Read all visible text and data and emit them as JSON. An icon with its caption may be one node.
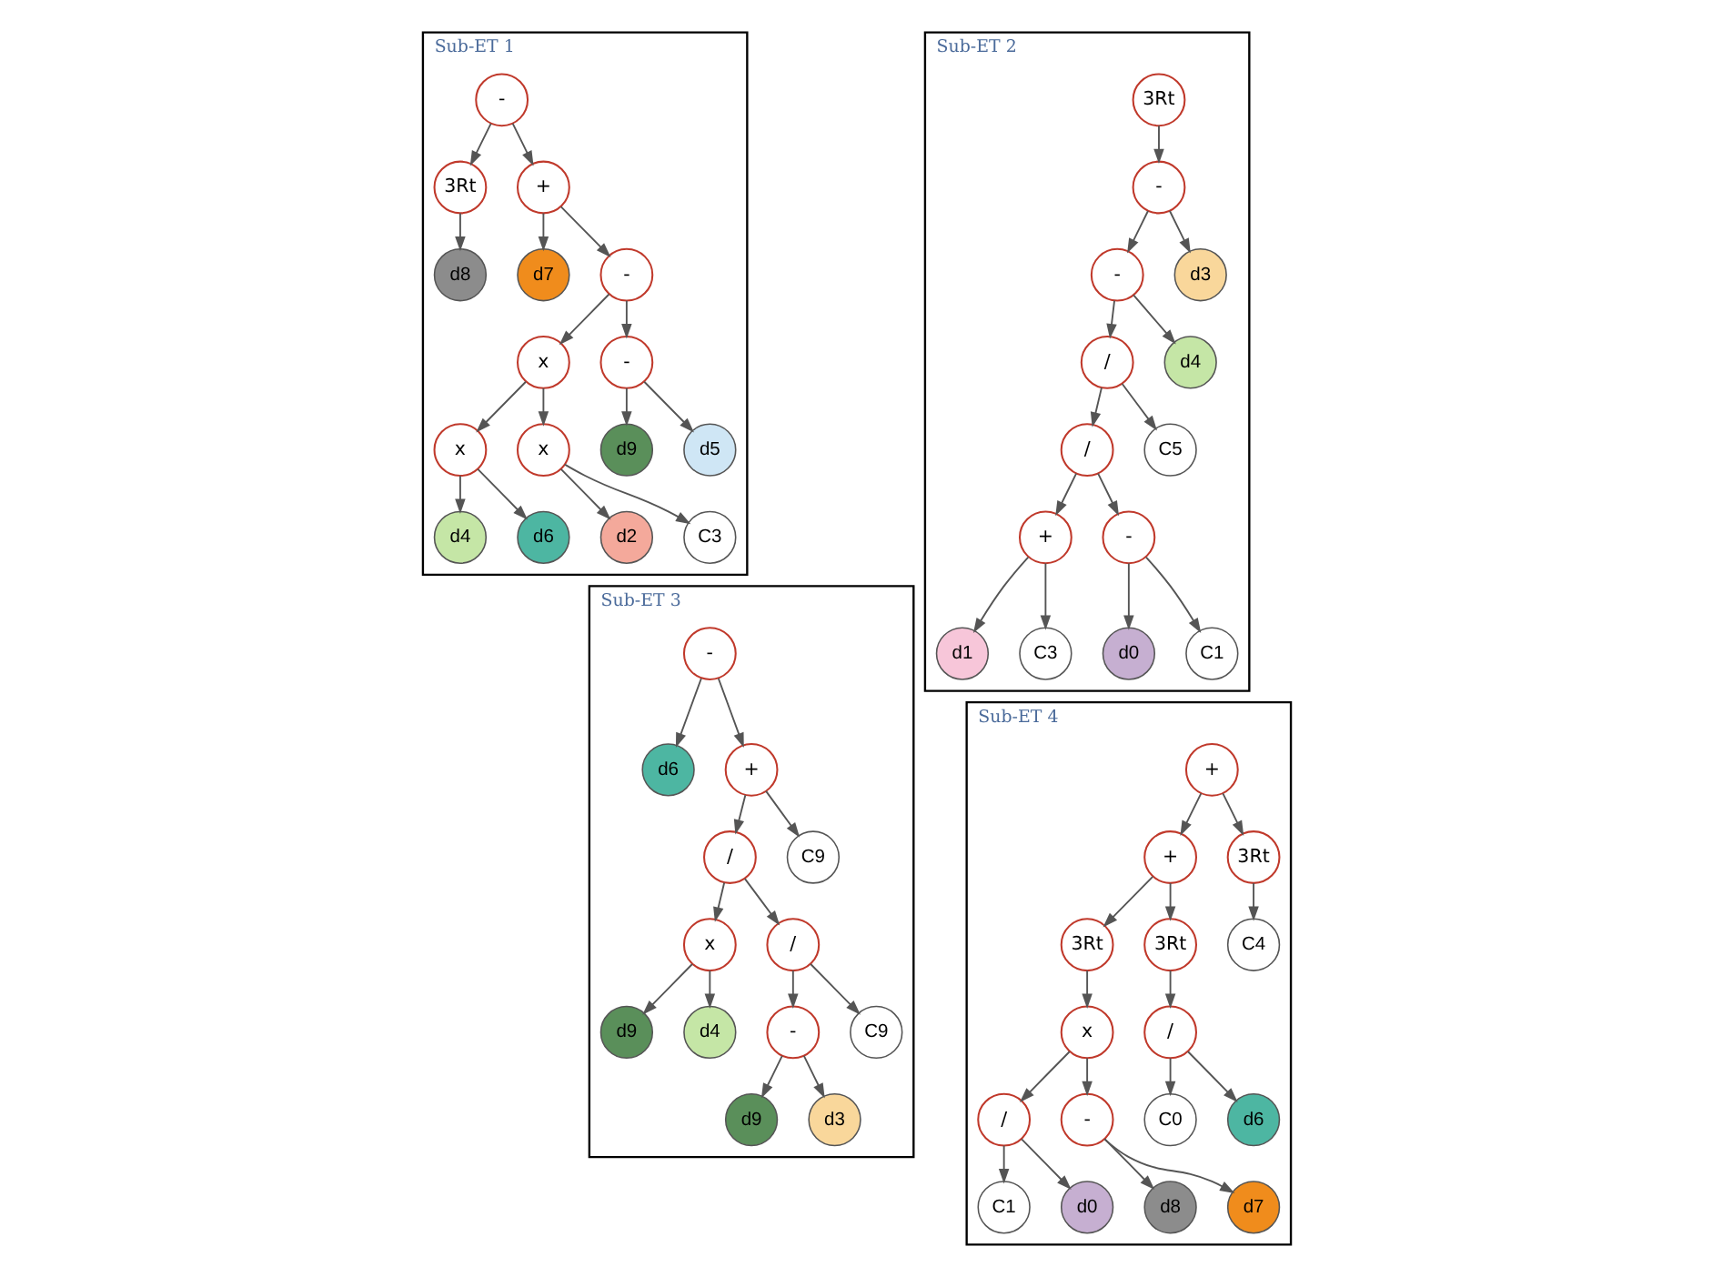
{
  "diagram": {
    "nodes": [
      {
        "text": [
          "Sub-ET 1"
        ]
      },
      {
        "text": [
          "-"
        ],
        "in": 0
      },
      {
        "text": [
          "3Rt"
        ],
        "in": 0
      },
      {
        "text": [
          "+"
        ],
        "in": 0
      },
      {
        "text": [
          "d8"
        ],
        "in": 0
      },
      {
        "text": [
          "d7"
        ],
        "in": 0
      },
      {
        "text": [
          "-"
        ],
        "in": 0
      },
      {
        "text": [
          "x"
        ],
        "in": 0
      },
      {
        "text": [
          "-"
        ],
        "in": 0
      },
      {
        "text": [
          "x"
        ],
        "in": 0
      },
      {
        "text": [
          "x"
        ],
        "in": 0
      },
      {
        "text": [
          "d9"
        ],
        "in": 0
      },
      {
        "text": [
          "d5"
        ],
        "in": 0
      },
      {
        "text": [
          "d4"
        ],
        "in": 0
      },
      {
        "text": [
          "d6"
        ],
        "in": 0
      },
      {
        "text": [
          "d2"
        ],
        "in": 0
      },
      {
        "text": [
          "C3"
        ],
        "in": 0
      },
      {
        "text": [
          "Sub-ET 2"
        ]
      },
      {
        "text": [
          "3Rt"
        ],
        "in": 17
      },
      {
        "text": [
          "-"
        ],
        "in": 17
      },
      {
        "text": [
          "-"
        ],
        "in": 17
      },
      {
        "text": [
          "d3"
        ],
        "in": 17
      },
      {
        "text": [
          "/"
        ],
        "in": 17
      },
      {
        "text": [
          "d4"
        ],
        "in": 17
      },
      {
        "text": [
          "/"
        ],
        "in": 17
      },
      {
        "text": [
          "C5"
        ],
        "in": 17
      },
      {
        "text": [
          "+"
        ],
        "in": 17
      },
      {
        "text": [
          "-"
        ],
        "in": 17
      },
      {
        "text": [
          "d1"
        ],
        "in": 17
      },
      {
        "text": [
          "C3"
        ],
        "in": 17
      },
      {
        "text": [
          "d0"
        ],
        "in": 17
      },
      {
        "text": [
          "C1"
        ],
        "in": 17
      },
      {
        "text": [
          "Sub-ET 3"
        ]
      },
      {
        "text": [
          "-"
        ],
        "in": 32
      },
      {
        "text": [
          "d6"
        ],
        "in": 32
      },
      {
        "text": [
          "+"
        ],
        "in": 32
      },
      {
        "text": [
          "/"
        ],
        "in": 32
      },
      {
        "text": [
          "C9"
        ],
        "in": 32
      },
      {
        "text": [
          "x"
        ],
        "in": 32
      },
      {
        "text": [
          "/"
        ],
        "in": 32
      },
      {
        "text": [
          "d9"
        ],
        "in": 32
      },
      {
        "text": [
          "d4"
        ],
        "in": 32
      },
      {
        "text": [
          "-"
        ],
        "in": 32
      },
      {
        "text": [
          "C9"
        ],
        "in": 32
      },
      {
        "text": [
          "d9"
        ],
        "in": 32
      },
      {
        "text": [
          "d3"
        ],
        "in": 32
      },
      {
        "text": [
          "Sub-ET 4"
        ]
      },
      {
        "text": [
          "+"
        ],
        "in": 46
      },
      {
        "text": [
          "+"
        ],
        "in": 46
      },
      {
        "text": [
          "3Rt"
        ],
        "in": 46
      },
      {
        "text": [
          "3Rt"
        ],
        "in": 46
      },
      {
        "text": [
          "3Rt"
        ],
        "in": 46
      },
      {
        "text": [
          "C4"
        ],
        "in": 46
      },
      {
        "text": [
          "x"
        ],
        "in": 46
      },
      {
        "text": [
          "/"
        ],
        "in": 46
      },
      {
        "text": [
          "/"
        ],
        "in": 46
      },
      {
        "text": [
          "-"
        ],
        "in": 46
      },
      {
        "text": [
          "C0"
        ],
        "in": 46
      },
      {
        "text": [
          "d6"
        ],
        "in": 46
      },
      {
        "text": [
          "C1"
        ],
        "in": 46
      },
      {
        "text": [
          "d0"
        ],
        "in": 46
      },
      {
        "text": [
          "d8"
        ],
        "in": 46
      },
      {
        "text": [
          "d7"
        ],
        "in": 46
      }
    ],
    "edges": [
      {
        "from": 1,
        "to": 2,
        "arrow": "to"
      },
      {
        "from": 1,
        "to": 3,
        "arrow": "to"
      },
      {
        "from": 2,
        "to": 4,
        "arrow": "to"
      },
      {
        "from": 3,
        "to": 5,
        "arrow": "to"
      },
      {
        "from": 3,
        "to": 6,
        "arrow": "to"
      },
      {
        "from": 6,
        "to": 7,
        "arrow": "to"
      },
      {
        "from": 6,
        "to": 8,
        "arrow": "to"
      },
      {
        "from": 7,
        "to": 9,
        "arrow": "to"
      },
      {
        "from": 7,
        "to": 10,
        "arrow": "to"
      },
      {
        "from": 8,
        "to": 11,
        "arrow": "to"
      },
      {
        "from": 8,
        "to": 12,
        "arrow": "to"
      },
      {
        "from": 9,
        "to": 13,
        "arrow": "to"
      },
      {
        "from": 9,
        "to": 14,
        "arrow": "to"
      },
      {
        "from": 10,
        "to": 15,
        "arrow": "to"
      },
      {
        "from": 10,
        "to": 16,
        "arrow": "to"
      },
      {
        "from": 18,
        "to": 19,
        "arrow": "to"
      },
      {
        "from": 19,
        "to": 20,
        "arrow": "to"
      },
      {
        "from": 19,
        "to": 21,
        "arrow": "to"
      },
      {
        "from": 20,
        "to": 22,
        "arrow": "to"
      },
      {
        "from": 20,
        "to": 23,
        "arrow": "to"
      },
      {
        "from": 22,
        "to": 24,
        "arrow": "to"
      },
      {
        "from": 22,
        "to": 25,
        "arrow": "to"
      },
      {
        "from": 24,
        "to": 26,
        "arrow": "to"
      },
      {
        "from": 24,
        "to": 27,
        "arrow": "to"
      },
      {
        "from": 26,
        "to": 28,
        "arrow": "to"
      },
      {
        "from": 26,
        "to": 29,
        "arrow": "to"
      },
      {
        "from": 27,
        "to": 30,
        "arrow": "to"
      },
      {
        "from": 27,
        "to": 31,
        "arrow": "to"
      },
      {
        "from": 33,
        "to": 34,
        "arrow": "to"
      },
      {
        "from": 33,
        "to": 35,
        "arrow": "to"
      },
      {
        "from": 35,
        "to": 36,
        "arrow": "to"
      },
      {
        "from": 35,
        "to": 37,
        "arrow": "to"
      },
      {
        "from": 36,
        "to": 38,
        "arrow": "to"
      },
      {
        "from": 36,
        "to": 39,
        "arrow": "to"
      },
      {
        "from": 38,
        "to": 40,
        "arrow": "to"
      },
      {
        "from": 38,
        "to": 41,
        "arrow": "to"
      },
      {
        "from": 39,
        "to": 42,
        "arrow": "to"
      },
      {
        "from": 39,
        "to": 43,
        "arrow": "to"
      },
      {
        "from": 42,
        "to": 44,
        "arrow": "to"
      },
      {
        "from": 42,
        "to": 45,
        "arrow": "to"
      },
      {
        "from": 47,
        "to": 48,
        "arrow": "to"
      },
      {
        "from": 47,
        "to": 49,
        "arrow": "to"
      },
      {
        "from": 49,
        "to": 52,
        "arrow": "to"
      },
      {
        "from": 48,
        "to": 50,
        "arrow": "to"
      },
      {
        "from": 48,
        "to": 51,
        "arrow": "to"
      },
      {
        "from": 50,
        "to": 53,
        "arrow": "to"
      },
      {
        "from": 51,
        "to": 54,
        "arrow": "to"
      },
      {
        "from": 53,
        "to": 55,
        "arrow": "to"
      },
      {
        "from": 53,
        "to": 56,
        "arrow": "to"
      },
      {
        "from": 54,
        "to": 57,
        "arrow": "to"
      },
      {
        "from": 54,
        "to": 58,
        "arrow": "to"
      },
      {
        "from": 55,
        "to": 59,
        "arrow": "to"
      },
      {
        "from": 55,
        "to": 60,
        "arrow": "to"
      },
      {
        "from": 56,
        "to": 61,
        "arrow": "to"
      },
      {
        "from": 56,
        "to": 62,
        "arrow": "to"
      }
    ]
  }
}
